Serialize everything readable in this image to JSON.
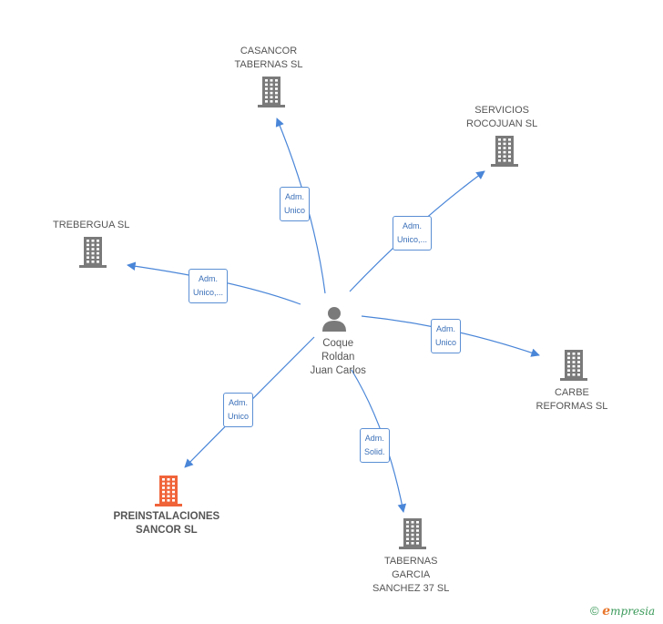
{
  "center": {
    "name_lines": [
      "Coque",
      "Roldan",
      "Juan Carlos"
    ],
    "icon": "person-icon"
  },
  "companies": [
    {
      "id": "casancor",
      "lines": [
        "CASANCOR",
        "TABERNAS SL"
      ],
      "icon": "building-icon",
      "highlight": false
    },
    {
      "id": "servicios",
      "lines": [
        "SERVICIOS",
        "ROCOJUAN  SL"
      ],
      "icon": "building-icon",
      "highlight": false
    },
    {
      "id": "trebergua",
      "lines": [
        "TREBERGUA  SL"
      ],
      "icon": "building-icon",
      "highlight": false
    },
    {
      "id": "carbe",
      "lines": [
        "CARBE",
        "REFORMAS  SL"
      ],
      "icon": "building-icon",
      "highlight": false
    },
    {
      "id": "preinstalaciones",
      "lines": [
        "PREINSTALACIONES",
        "SANCOR SL"
      ],
      "icon": "building-icon",
      "highlight": true
    },
    {
      "id": "tabernas",
      "lines": [
        "TABERNAS",
        "GARCIA",
        "SANCHEZ 37 SL"
      ],
      "icon": "building-icon",
      "highlight": false
    }
  ],
  "edges": [
    {
      "to": "casancor",
      "lines": [
        "Adm.",
        "Unico"
      ]
    },
    {
      "to": "servicios",
      "lines": [
        "Adm.",
        "Unico,..."
      ]
    },
    {
      "to": "trebergua",
      "lines": [
        "Adm.",
        "Unico,..."
      ]
    },
    {
      "to": "carbe",
      "lines": [
        "Adm.",
        "Unico"
      ]
    },
    {
      "to": "preinstalaciones",
      "lines": [
        "Adm.",
        "Unico"
      ]
    },
    {
      "to": "tabernas",
      "lines": [
        "Adm.",
        "Solid."
      ]
    }
  ],
  "colors": {
    "edge": "#4a86d8",
    "node_icon": "#7a7a7a",
    "highlight_icon": "#f0643a",
    "edge_label_border": "#5b8fd4",
    "edge_label_text": "#3a6fb8"
  },
  "footer": {
    "copyright_symbol": "©",
    "brand_first": "e",
    "brand_rest": "mpresia"
  }
}
